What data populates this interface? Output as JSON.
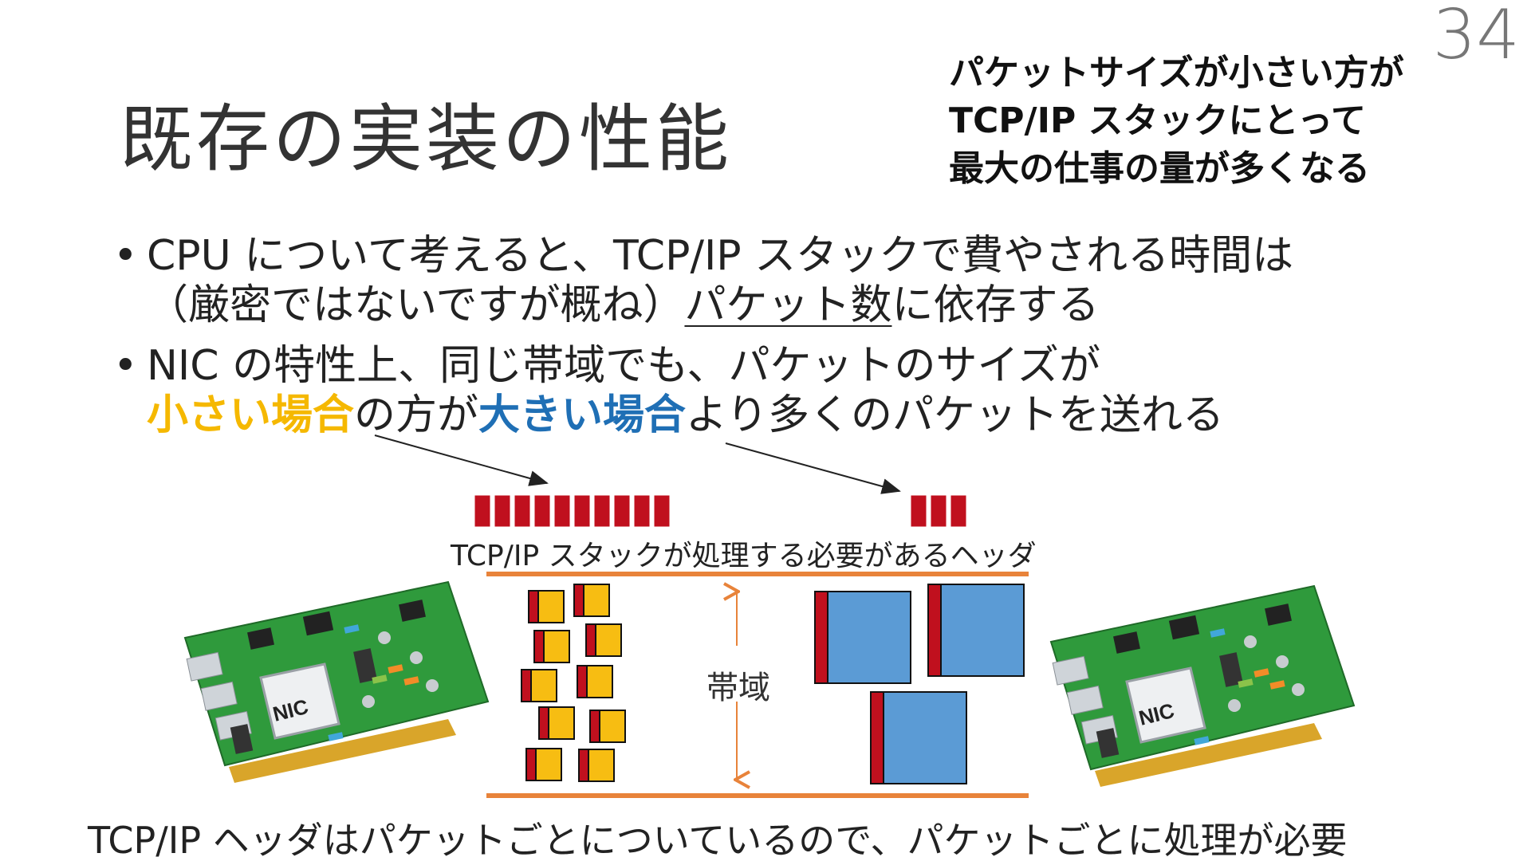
{
  "page_number": "34",
  "title": "既存の実装の性能",
  "callout": {
    "lines": [
      "パケットサイズが小さい方が",
      "TCP/IP スタックにとって",
      "最大の仕事の量が多くなる"
    ]
  },
  "bullets": {
    "b1": {
      "line1": "CPU について考えると、TCP/IP スタックで費やされる時間は",
      "line2_pre": "（厳密ではないですが概ね）",
      "line2_underline": "パケット数",
      "line2_post": "に依存する"
    },
    "b2": {
      "line1": "NIC の特性上、同じ帯域でも、パケットのサイズが",
      "small": "小さい場合",
      "mid": "の方が",
      "large": "大きい場合",
      "post": "より多くのパケットを送れる"
    }
  },
  "diagram": {
    "header_caption": "TCP/IP スタックが処理する必要があるヘッダ",
    "band_label": "帯域",
    "nic_label": "NIC",
    "small_header_count": 10,
    "large_header_count": 3,
    "colors": {
      "header_red": "#c0101e",
      "small_yellow": "#f7bd12",
      "large_blue": "#5b9bd5",
      "band_orange": "#e8833a",
      "pcb_green": "#2f9a3c"
    }
  },
  "footer": "TCP/IP ヘッダはパケットごとについているので、パケットごとに処理が必要"
}
